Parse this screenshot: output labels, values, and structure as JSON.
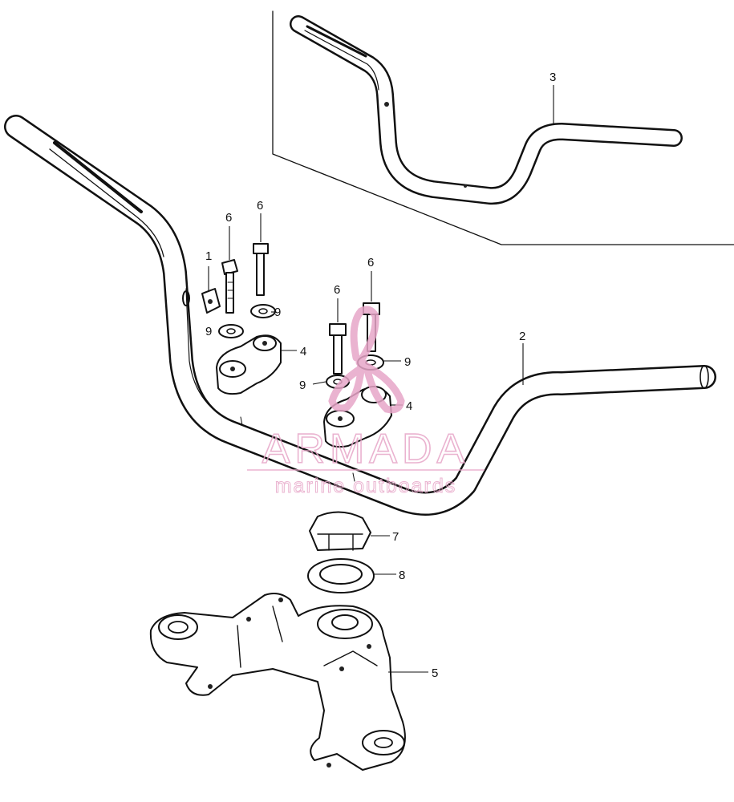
{
  "diagram": {
    "callouts": {
      "c1": "1",
      "c2": "2",
      "c3": "3",
      "c4a": "4",
      "c4b": "4",
      "c5": "5",
      "c6a": "6",
      "c6b": "6",
      "c6c": "6",
      "c6d": "6",
      "c7": "7",
      "c8": "8",
      "c9a": "9",
      "c9b": "9",
      "c9c": "9",
      "c9d": "9"
    }
  },
  "watermark": {
    "brand": "ARMADA",
    "tagline": "marine outboards",
    "color": "#e7a6c8"
  }
}
